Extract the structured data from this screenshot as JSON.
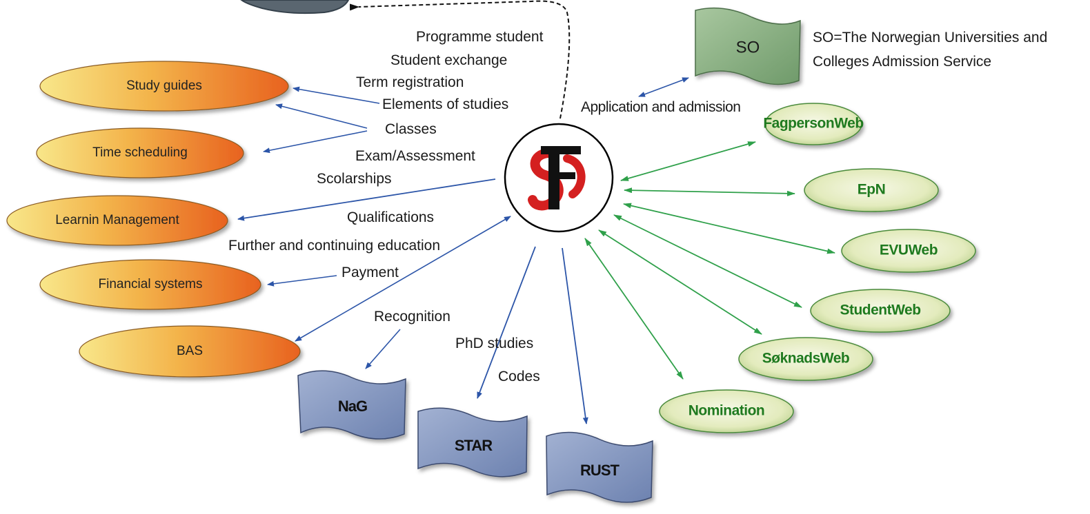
{
  "center": {
    "label": "FS"
  },
  "relations": [
    "Programme student",
    "Student exchange",
    "Term registration",
    "Elements of studies",
    "Classes",
    "Exam/Assessment",
    "Scolarships",
    "Qualifications",
    "Further and continuing education",
    "Payment",
    "Recognition",
    "PhD studies",
    "Codes",
    "Application and admission"
  ],
  "systems_orange": [
    "Study guides",
    "Time scheduling",
    "Learnin Management",
    "Financial systems",
    "BAS"
  ],
  "systems_green": [
    "FagpersonWeb",
    "EpN",
    "EVUWeb",
    "StudentWeb",
    "SøknadsWeb",
    "Nomination"
  ],
  "systems_blue": [
    "NaG",
    "STAR",
    "RUST"
  ],
  "so": {
    "label": "SO",
    "note_line1": "SO=The Norwegian Universities and",
    "note_line2": "Colleges Admission Service"
  },
  "colors": {
    "orange_start": "#f7e07a",
    "orange_end": "#ec6a23",
    "green_fill": "#e9efc8",
    "green_text": "#1f7a1f",
    "blue_fill": "#7f93bc",
    "arrow_blue": "#2c55a8",
    "arrow_green": "#2fa04a"
  }
}
